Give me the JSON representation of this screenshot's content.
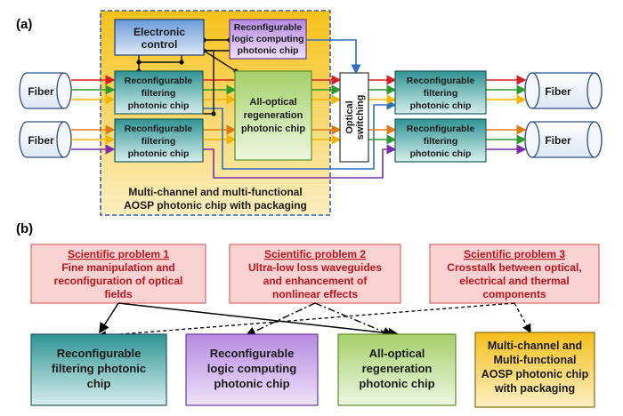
{
  "panel_a": {
    "label": "(a)",
    "electronic_control": [
      "Electronic",
      "control"
    ],
    "logic_chip": [
      "Reconfigurable",
      "logic computing",
      "photonic chip"
    ],
    "filter_chip": [
      "Reconfigurable",
      "filtering",
      "photonic chip"
    ],
    "regen_chip": [
      "All-optical",
      "regeneration",
      "photonic chip"
    ],
    "optical_switching": [
      "Optical",
      "switching"
    ],
    "fiber": "Fiber",
    "package_caption": [
      "Multi-channel and multi-functional",
      "AOSP photonic chip with packaging"
    ]
  },
  "panel_b": {
    "label": "(b)",
    "problems": [
      {
        "title": "Scientific problem 1",
        "lines": [
          "Fine manipulation and",
          "reconfiguration of optical",
          "fields"
        ]
      },
      {
        "title": "Scientific problem 2",
        "lines": [
          "Ultra-low loss waveguides",
          "and enhancement of",
          "nonlinear effects"
        ]
      },
      {
        "title": "Scientific problem 3",
        "lines": [
          "Crosstalk between optical,",
          "electrical and thermal",
          "components"
        ]
      }
    ],
    "outcomes": [
      {
        "lines": [
          "Reconfigurable",
          "filtering photonic",
          "chip"
        ]
      },
      {
        "lines": [
          "Reconfigurable",
          "logic computing",
          "photonic chip"
        ]
      },
      {
        "lines": [
          "All-optical",
          "regeneration",
          "photonic chip"
        ]
      },
      {
        "lines": [
          "Multi-channel and",
          "Multi-functional",
          "AOSP photonic chip",
          "with packaging"
        ]
      }
    ]
  },
  "colors": {
    "red": "#d42020",
    "green": "#2e9a2e",
    "yellow": "#f2b500",
    "orange": "#e07a10",
    "purple": "#7a2fa8",
    "blue": "#2d6fc0",
    "teal_box": "#3a9a9a",
    "dash_border": "#3b5aa8"
  }
}
